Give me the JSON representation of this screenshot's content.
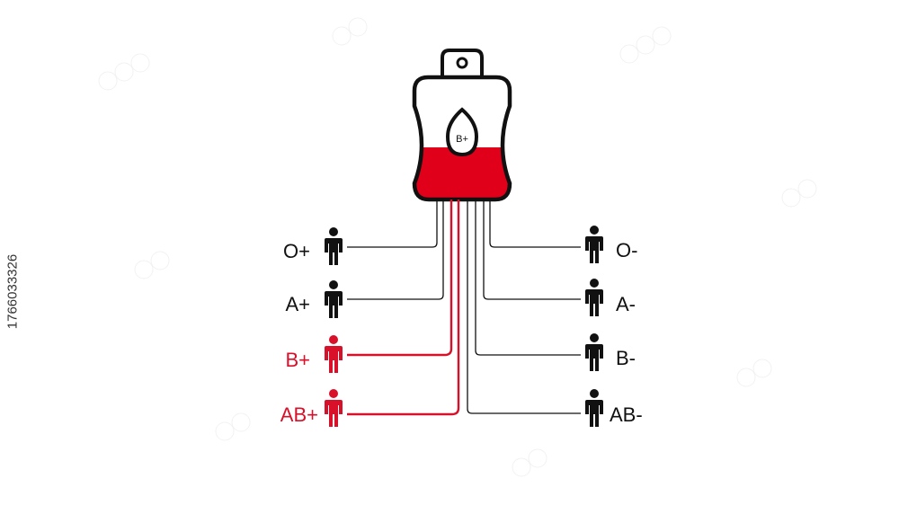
{
  "bag": {
    "label": "B+"
  },
  "recipients": {
    "left": [
      {
        "type": "O+",
        "compatible": false
      },
      {
        "type": "A+",
        "compatible": false
      },
      {
        "type": "B+",
        "compatible": true
      },
      {
        "type": "AB+",
        "compatible": true
      }
    ],
    "right": [
      {
        "type": "O-",
        "compatible": false
      },
      {
        "type": "A-",
        "compatible": false
      },
      {
        "type": "B-",
        "compatible": false
      },
      {
        "type": "AB-",
        "compatible": false
      }
    ]
  },
  "colors": {
    "blood": "#e0001a",
    "ink": "#111111",
    "compatible": "#d8102a"
  },
  "watermark": {
    "id": "1766033326",
    "pattern": "stock-watermark"
  }
}
